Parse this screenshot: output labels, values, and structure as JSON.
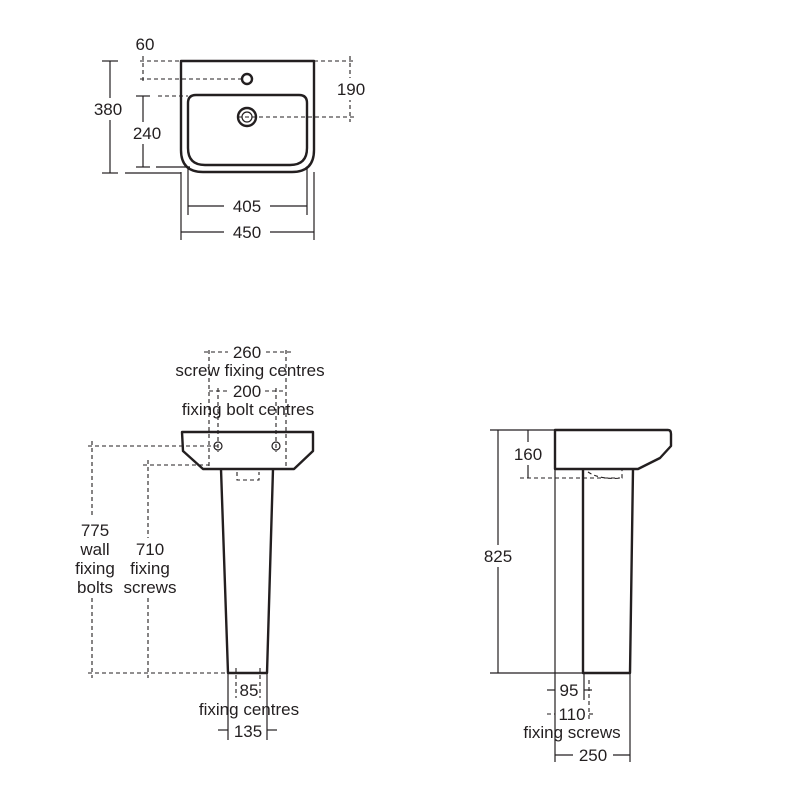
{
  "plan_view": {
    "depth": "380",
    "bowl_depth": "240",
    "tap_hole_from_wall": "60",
    "waste_from_wall": "190",
    "bowl_width": "405",
    "overall_width": "450"
  },
  "front_view": {
    "screw_centres": "260",
    "screw_centres_label": "screw fixing centres",
    "bolt_centres": "200",
    "bolt_centres_label": "fixing bolt centres",
    "wall_bolt_height": [
      "775",
      "wall",
      "fixing",
      "bolts"
    ],
    "fixing_screw_height": [
      "710",
      "fixing",
      "screws"
    ],
    "floor_fixing_centres": "85",
    "floor_fixing_label": "fixing centres",
    "pedestal_base_width": "135"
  },
  "side_view": {
    "basin_height": "160",
    "overall_height": "825",
    "pedestal_offset": "95",
    "fixing_screw_offset": "110",
    "fixing_screw_label": "fixing screws",
    "projection": "250"
  }
}
